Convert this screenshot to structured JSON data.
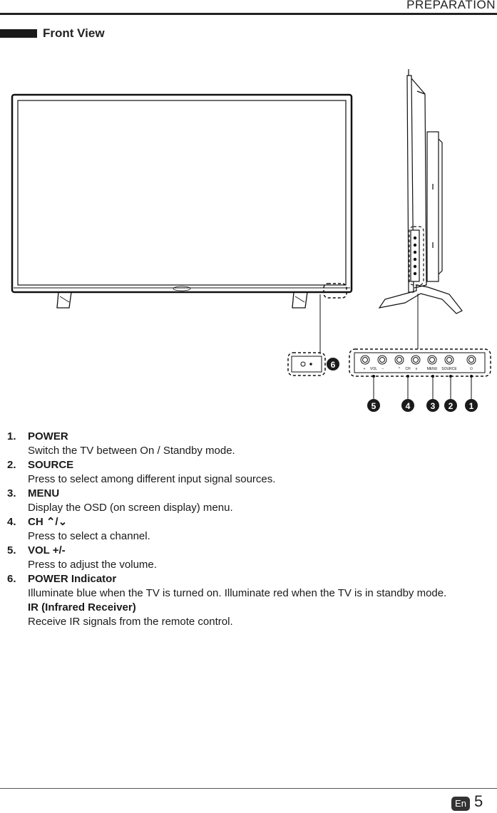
{
  "header": {
    "section": "PREPARATION"
  },
  "section_title": "Front View",
  "diagram": {
    "tv_logo": "",
    "panel_labels": [
      "+",
      "VOL",
      "−",
      "^",
      "CH",
      "v",
      "MENU",
      "SOURCE",
      "⏻"
    ],
    "callouts": [
      "6",
      "5",
      "4",
      "3",
      "2",
      "1"
    ]
  },
  "items": [
    {
      "num": "1.",
      "title": "POWER",
      "desc": [
        "Switch the TV between On / Standby mode."
      ]
    },
    {
      "num": "2.",
      "title": "SOURCE",
      "desc": [
        "Press to select among different input signal sources."
      ]
    },
    {
      "num": "3.",
      "title": "MENU",
      "desc": [
        "Display the OSD (on screen display) menu."
      ]
    },
    {
      "num": "4.",
      "title": "CH ⌃/⌄",
      "desc": [
        "Press to select a channel."
      ]
    },
    {
      "num": "5.",
      "title": "VOL +/-",
      "desc": [
        "Press to adjust the volume."
      ]
    },
    {
      "num": "6.",
      "title": "POWER Indicator",
      "desc": [
        "Illuminate blue when the TV is turned on. Illuminate red when the TV is in standby mode."
      ],
      "subtitle": "IR (Infrared Receiver)",
      "subdesc": "Receive IR signals from the remote control."
    }
  ],
  "footer": {
    "lang": "En",
    "page": "5"
  }
}
